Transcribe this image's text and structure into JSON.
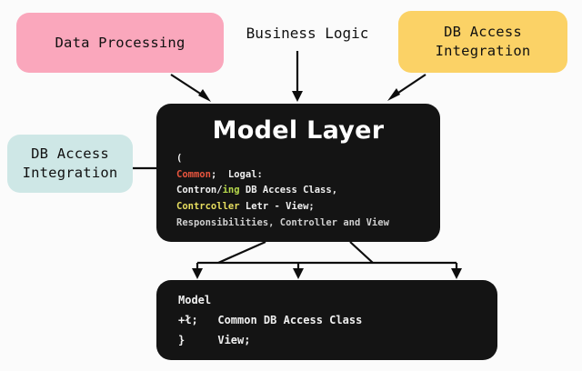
{
  "diagram": {
    "title": "Model Layer architecture diagram",
    "background": "#fbfbfb",
    "colors": {
      "pink": "#faa7bc",
      "yellow": "#fbd266",
      "mint": "#cee7e6",
      "panel": "#141414",
      "text_dark": "#111111",
      "text_light": "#f2f2f2",
      "accent_red": "#e8553e",
      "accent_green": "#b7d94c",
      "accent_yellow": "#e6dd5f",
      "connector": "#0d0d0d"
    }
  },
  "boxes": {
    "data_processing": {
      "label": "Data Processing"
    },
    "business_logic": {
      "label": "Business Logic"
    },
    "db_access_top": {
      "line1": "DB Access",
      "line2": "Integration"
    },
    "db_access_left": {
      "line1": "DB Access",
      "line2": "Integration"
    }
  },
  "model_layer": {
    "title": "Model Layer",
    "paren": "(",
    "code": {
      "line1_a": "Common",
      "line1_b": ";  Logal:",
      "line2_a": "Contron/",
      "line2_b": "ing",
      "line2_c": " DB Access Class,",
      "line3_a": "Contrcoller",
      "line3_b": " Letr - View;",
      "line4": "Responsibilities, Controller and View"
    }
  },
  "model": {
    "line1": "Model",
    "line2": "+ł;   Common DB Access Class",
    "line3": "}     View;"
  }
}
